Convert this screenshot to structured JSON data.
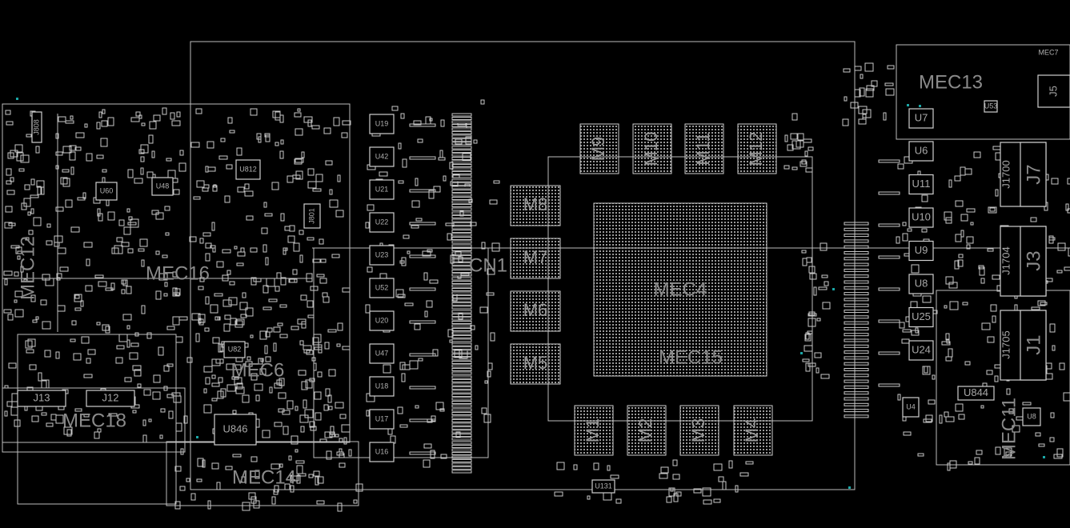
{
  "board": {
    "groups": [
      "MEC4",
      "MEC15",
      "MEC16",
      "MEC6",
      "MEC18",
      "MEC14",
      "MEC12",
      "MEC13",
      "MEC11",
      "MEC7",
      "CN1"
    ],
    "memory": [
      "M9",
      "M10",
      "M11",
      "M12",
      "M8",
      "M7",
      "M6",
      "M5",
      "M1",
      "M2",
      "M3",
      "M4"
    ],
    "center_regs": [
      "U19",
      "U42",
      "U21",
      "U22",
      "U23",
      "U52",
      "U20",
      "U47",
      "U18",
      "U17",
      "U16"
    ],
    "right_regs": [
      "U7",
      "U6",
      "U11",
      "U10",
      "U9",
      "U8",
      "U25",
      "U24"
    ],
    "connectors": {
      "j7": "J7",
      "j1700": "J1700",
      "j3": "J3",
      "j1704": "J1704",
      "j1": "J1",
      "j1705": "J1705",
      "j5": "J5",
      "j13": "J13",
      "j12": "J12",
      "j801": "J801",
      "j808": "J808"
    },
    "chips": {
      "u846": "U846",
      "u82": "U82",
      "u812": "U812",
      "u60": "U60",
      "u48": "U48",
      "u844": "U844",
      "u4": "U4",
      "u8b": "U8",
      "u131": "U131",
      "u53": "U53"
    }
  },
  "colors": {
    "background": "#000000",
    "outline": "#bdbdbd",
    "label": "#8a8a8a",
    "test_point": "#1aa7a7"
  }
}
